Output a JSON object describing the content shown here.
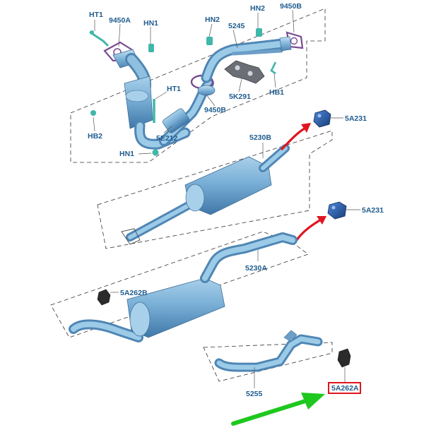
{
  "labels": {
    "ht1_top": "HT1",
    "p9450a": "9450A",
    "hn1_top": "HN1",
    "hn2_left": "HN2",
    "hn2_right": "HN2",
    "p9450b_top": "9450B",
    "p5245": "5245",
    "ht1_mid": "HT1",
    "k5k291": "5K291",
    "hb1": "HB1",
    "p9450b_mid": "9450B",
    "hb2": "HB2",
    "p5e212": "5E212",
    "hn1_bottom": "HN1",
    "p5a231_top": "5A231",
    "p5230b": "5230B",
    "p5a231_mid": "5A231",
    "p5230a": "5230A",
    "p5a262b": "5A262B",
    "p5255": "5255",
    "p5a262a": "5A262A"
  },
  "colors": {
    "label_text": "#1f5c8f",
    "pipe_fill": "#7fb4d8",
    "pipe_light": "#b9d9ee",
    "pipe_dark": "#4f86b4",
    "gasket": "#7a4a8f",
    "sensor": "#3fb7a9",
    "rubber_mount": "#1f4e91",
    "highlight_box": "#e0141e",
    "arrow_red": "#e0141e",
    "arrow_green": "#1ec81e"
  },
  "highlight": "5A262A"
}
